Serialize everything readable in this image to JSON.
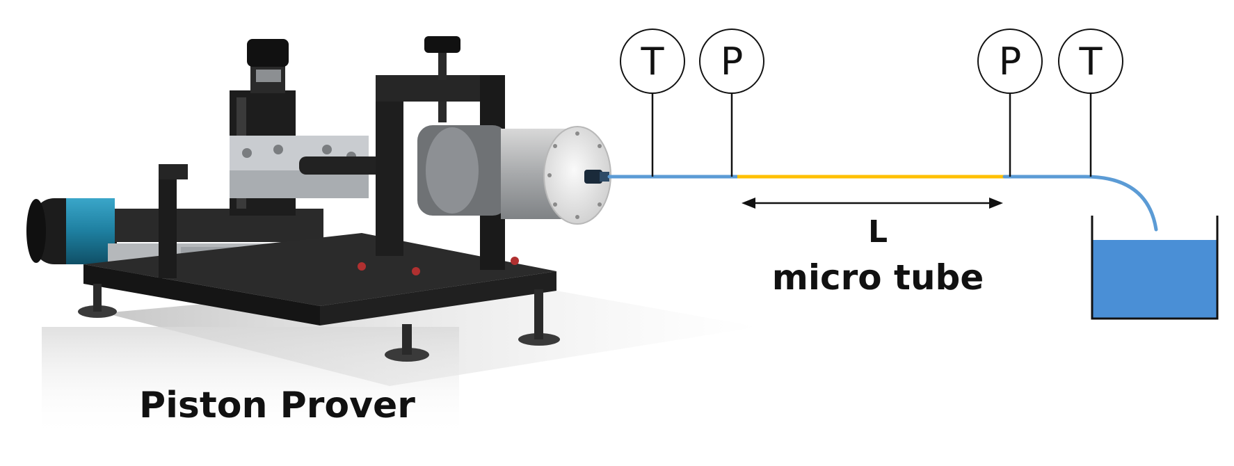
{
  "machine": {
    "label": "Piston Prover"
  },
  "tube": {
    "length_label": "L",
    "name": "micro tube"
  },
  "gauges": [
    {
      "letter": "T"
    },
    {
      "letter": "P"
    },
    {
      "letter": "P"
    },
    {
      "letter": "T"
    }
  ],
  "colors": {
    "line_blue": "#5b9bd5",
    "micro_tube_yellow": "#ffc000",
    "water_fill": "#4a8fd6",
    "machine_black": "#1f1f1f",
    "machine_steel": "#bfc2c6",
    "accent_teal": "#1e7fa0",
    "cylinder_face": "#ececec"
  }
}
